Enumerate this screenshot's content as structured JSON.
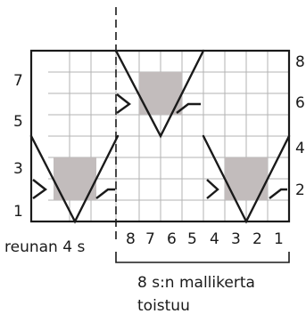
{
  "diagram": {
    "rows_left": [
      "1",
      "3",
      "5",
      "7"
    ],
    "rows_right": [
      "2",
      "4",
      "6",
      "8"
    ],
    "stitch_numbers": [
      "8",
      "7",
      "6",
      "5",
      "4",
      "3",
      "2",
      "1"
    ],
    "edge_label": "reunan 4 s",
    "repeat_label_line1": "8 s:n mallikerta",
    "repeat_label_line2": "toistuu"
  },
  "colors": {
    "line": "#1a1a1a",
    "grid": "#b3b3b3",
    "fill": "#c2bcbc"
  }
}
